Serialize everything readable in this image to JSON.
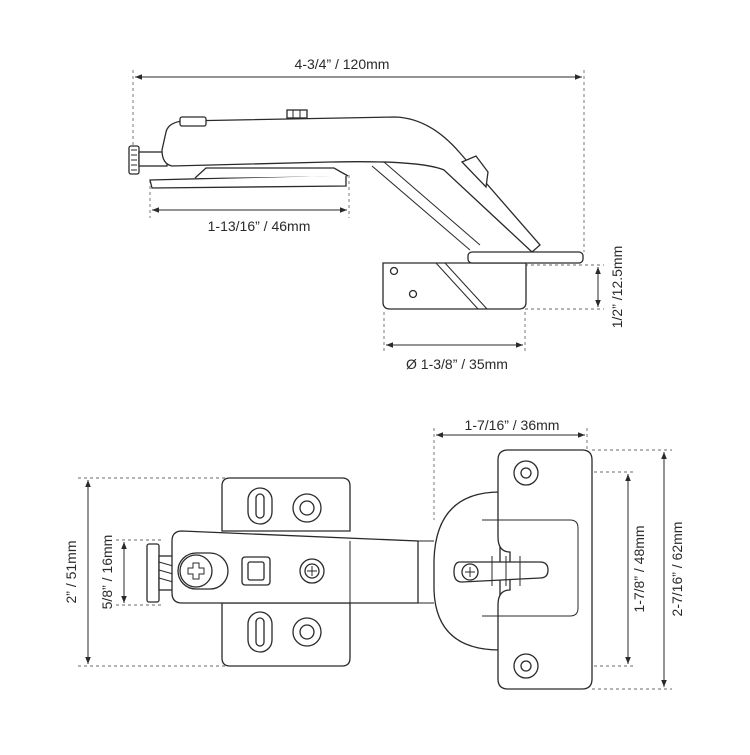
{
  "colors": {
    "line": "#2a2a2a",
    "guide": "#6a6a6a",
    "background": "#ffffff"
  },
  "side_view": {
    "overall_length": "4-3/4” / 120mm",
    "base_length": "1-13/16” / 46mm",
    "cup_depth": "1/2” /12.5mm",
    "cup_diameter": "Ø 1-3/8” / 35mm"
  },
  "top_view": {
    "cup_width": "1-7/16” / 36mm",
    "plate_height": "2” / 51mm",
    "screw_span": "5/8” / 16mm",
    "cup_screw_spacing": "1-7/8” / 48mm",
    "cup_height": "2-7/16” / 62mm"
  }
}
